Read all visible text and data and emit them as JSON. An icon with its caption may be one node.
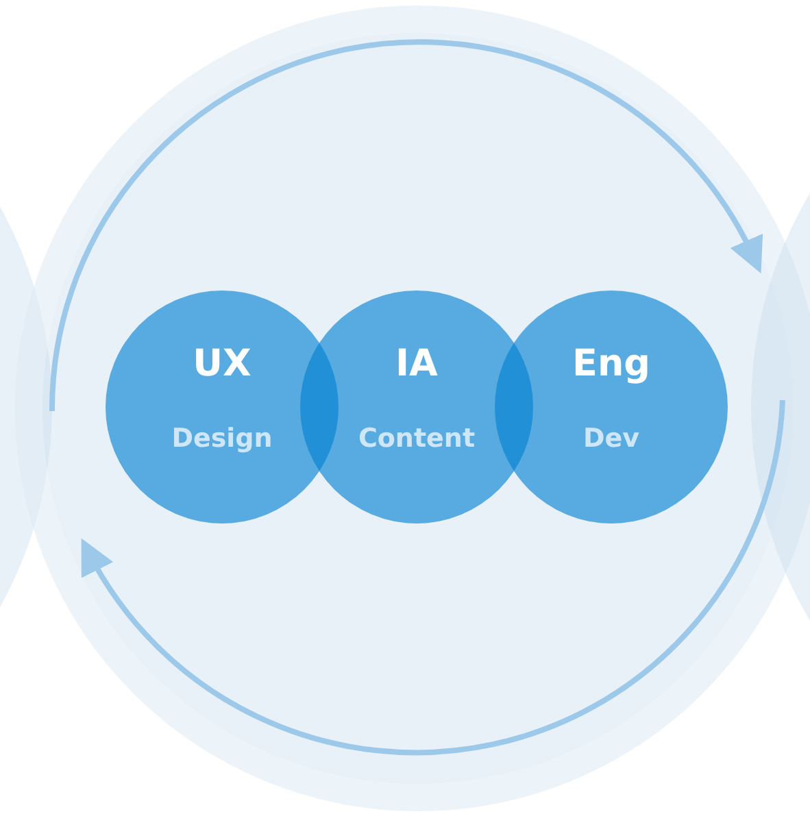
{
  "diagram": {
    "nodes": [
      {
        "text": [],
        "shape": "circle"
      },
      {
        "text": [],
        "shape": "circle"
      },
      {
        "text": [],
        "shape": "circle"
      },
      {
        "text": [
          "UX",
          "Design"
        ],
        "in": 1
      },
      {
        "text": [
          "IA",
          "Content"
        ],
        "in": 1
      },
      {
        "text": [
          "Eng",
          "Dev"
        ],
        "in": 1
      }
    ],
    "edges": [
      {
        "from": 0,
        "to": 2,
        "arrow": "to"
      },
      {
        "from": 2,
        "to": 0,
        "arrow": "to"
      }
    ]
  }
}
